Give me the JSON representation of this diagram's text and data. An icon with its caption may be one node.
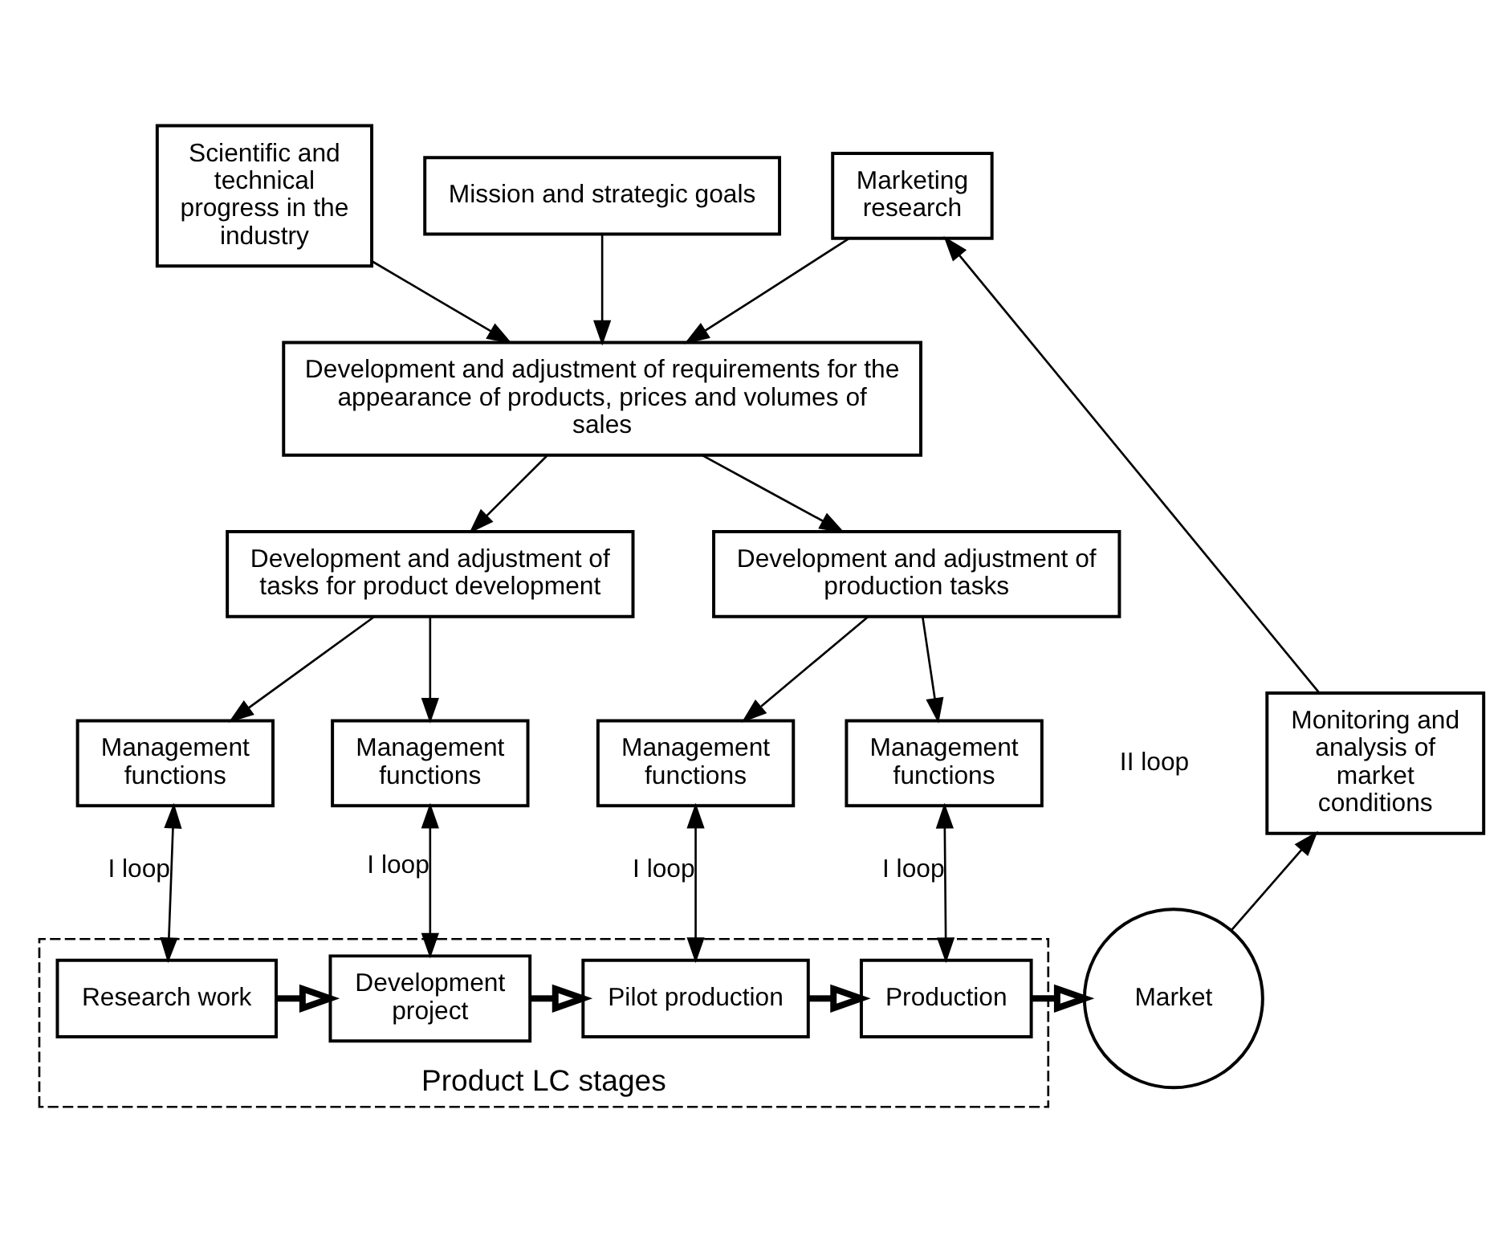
{
  "diagram": {
    "nodes": [
      {
        "text": [
          "Scientific and technical progress in the industry"
        ]
      },
      {
        "text": [
          "Mission and strategic goals"
        ]
      },
      {
        "text": [
          "Development and adjustment of requirements for the appearance of products, prices and volumes of sales"
        ]
      },
      {
        "text": [
          "Marketing research"
        ]
      },
      {
        "text": [
          "Development and adjustment of tasks for product development"
        ]
      },
      {
        "text": [
          "Development and adjustment of production tasks"
        ]
      },
      {
        "text": [
          "Management functions"
        ]
      },
      {
        "text": [
          "Management functions"
        ]
      },
      {
        "text": [
          "Management functions"
        ]
      },
      {
        "text": [
          "Management functions"
        ]
      },
      {
        "text": [
          "Monitoring and analysis of market conditions"
        ]
      },
      {
        "text": [
          "Product LC stages"
        ]
      },
      {
        "text": [
          "Research work"
        ],
        "in": 11
      },
      {
        "text": [
          "Development project"
        ],
        "in": 11
      },
      {
        "text": [
          "Pilot production"
        ],
        "in": 11
      },
      {
        "text": [
          "Production"
        ],
        "in": 11
      },
      {
        "text": [
          "Market"
        ]
      }
    ],
    "edges": [
      {
        "from": 0,
        "to": 2,
        "arrow": "to"
      },
      {
        "from": 1,
        "to": 2,
        "arrow": "to"
      },
      {
        "from": 3,
        "to": 2,
        "arrow": "to"
      },
      {
        "from": 2,
        "to": 4,
        "arrow": "to"
      },
      {
        "from": 2,
        "to": 5,
        "arrow": "to"
      },
      {
        "from": 4,
        "to": 6,
        "arrow": "to"
      },
      {
        "from": 4,
        "to": 7,
        "arrow": "to"
      },
      {
        "from": 5,
        "to": 8,
        "arrow": "to"
      },
      {
        "from": 5,
        "to": 9,
        "arrow": "to"
      },
      {
        "from": 6,
        "to": 12,
        "arrow": "both",
        "label": "I loop"
      },
      {
        "from": 7,
        "to": 13,
        "arrow": "both",
        "label": "I loop"
      },
      {
        "from": 8,
        "to": 14,
        "arrow": "both",
        "label": "I loop"
      },
      {
        "from": 9,
        "to": 15,
        "arrow": "both",
        "label": "I loop"
      },
      {
        "from": 12,
        "to": 13,
        "arrow": "to",
        "style": "thick"
      },
      {
        "from": 13,
        "to": 14,
        "arrow": "to",
        "style": "thick"
      },
      {
        "from": 14,
        "to": 15,
        "arrow": "to",
        "style": "thick"
      },
      {
        "from": 15,
        "to": 16,
        "arrow": "to",
        "style": "thick"
      },
      {
        "from": 16,
        "to": 10,
        "arrow": "to"
      },
      {
        "from": 10,
        "to": 3,
        "arrow": "to"
      }
    ],
    "labels": [
      "II loop"
    ]
  }
}
